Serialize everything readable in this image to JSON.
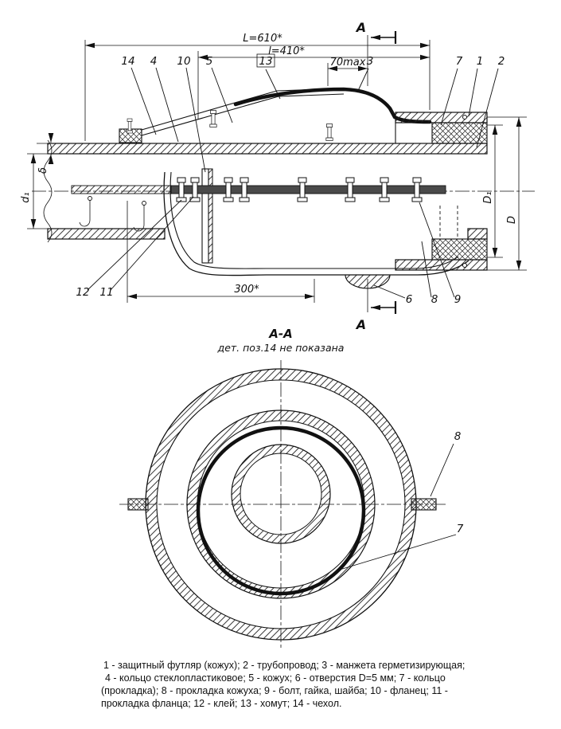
{
  "colors": {
    "ink": "#111111",
    "paper": "#ffffff",
    "gasket_band": "#4a4a4a"
  },
  "top_view": {
    "section_letter": "А",
    "dims": {
      "L": "L=610*",
      "l": "l=410*",
      "max70": "70max",
      "len300": "300*",
      "delta": "δ",
      "d1": "d₁",
      "D1": "D₁",
      "D": "D"
    },
    "callouts": {
      "n1": "1",
      "n2": "2",
      "n3": "3",
      "n4": "4",
      "n5": "5",
      "n6": "6",
      "n7": "7",
      "n8": "8",
      "n9": "9",
      "n10": "10",
      "n11": "11",
      "n12": "12",
      "n13": "13",
      "n14": "14"
    }
  },
  "section_view": {
    "title": "А-А",
    "note": "дет. поз.14 не показана",
    "callouts": {
      "n7": "7",
      "n8": "8"
    }
  },
  "legend": {
    "lines": [
      "1 - защитный футляр (кожух); 2 - трубопровод; 3 - манжета герметизирующая;",
      "4 - кольцо стеклопластиковое; 5 - кожух; 6 - отверстия D=5 мм; 7 - кольцо",
      "(прокладка); 8 - прокладка кожуха; 9 - болт, гайка, шайба; 10 - фланец; 11 -",
      "прокладка фланца; 12 - клей;  13 - хомут; 14 - чехол."
    ]
  }
}
